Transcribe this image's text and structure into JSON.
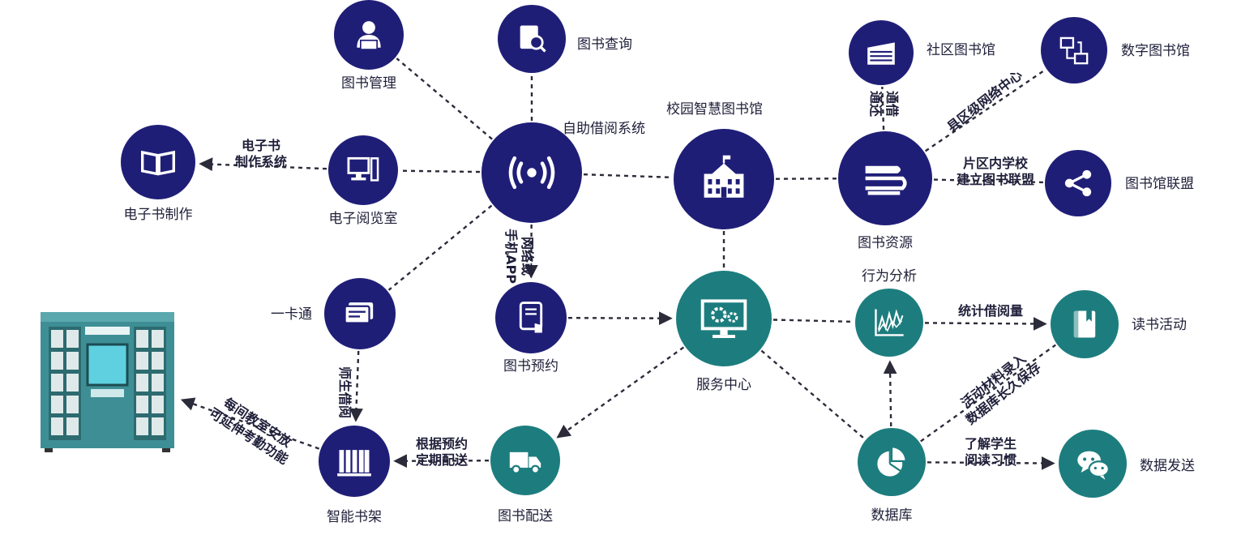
{
  "colors": {
    "navy": "#1f1e77",
    "teal": "#1d7d7e",
    "edge": "#2b2b3a",
    "text": "#1f1f3a"
  },
  "nodes": [
    {
      "id": "book-management",
      "label": "图书管理",
      "icon": "user-icon",
      "color": "navy"
    },
    {
      "id": "book-search",
      "label": "图书查询",
      "icon": "search-icon",
      "color": "navy"
    },
    {
      "id": "self-borrow",
      "label": "自助借阅系统",
      "icon": "wireless-icon",
      "color": "navy"
    },
    {
      "id": "campus-library",
      "label": "校园智慧图书馆",
      "icon": "building-icon",
      "color": "navy"
    },
    {
      "id": "ebook-making",
      "label": "电子书制作",
      "icon": "book-open-icon",
      "color": "navy"
    },
    {
      "id": "e-reading-room",
      "label": "电子阅览室",
      "icon": "computer-icon",
      "color": "navy"
    },
    {
      "id": "community-library",
      "label": "社区图书馆",
      "icon": "library-building-icon",
      "color": "navy"
    },
    {
      "id": "digital-library",
      "label": "数字图书馆",
      "icon": "network-icon",
      "color": "navy"
    },
    {
      "id": "library-resources",
      "label": "图书资源",
      "icon": "books-stack-icon",
      "color": "navy"
    },
    {
      "id": "library-alliance",
      "label": "图书馆联盟",
      "icon": "share-icon",
      "color": "navy"
    },
    {
      "id": "one-card",
      "label": "一卡通",
      "icon": "card-icon",
      "color": "navy"
    },
    {
      "id": "book-reservation",
      "label": "图书预约",
      "icon": "tablet-icon",
      "color": "navy"
    },
    {
      "id": "service-center",
      "label": "服务中心",
      "icon": "monitor-gear-icon",
      "color": "teal"
    },
    {
      "id": "behavior-analysis",
      "label": "行为分析",
      "icon": "line-chart-icon",
      "color": "teal"
    },
    {
      "id": "reading-activity",
      "label": "读书活动",
      "icon": "book-closed-icon",
      "color": "teal"
    },
    {
      "id": "smart-shelf",
      "label": "智能书架",
      "icon": "bookshelf-icon",
      "color": "navy"
    },
    {
      "id": "book-delivery",
      "label": "图书配送",
      "icon": "truck-icon",
      "color": "teal"
    },
    {
      "id": "database",
      "label": "数据库",
      "icon": "pie-chart-icon",
      "color": "teal"
    },
    {
      "id": "wechat-push",
      "label": "数据发送",
      "icon": "wechat-icon",
      "color": "teal"
    }
  ],
  "edges": [
    {
      "from": "self-borrow",
      "to": "book-management"
    },
    {
      "from": "self-borrow",
      "to": "book-search"
    },
    {
      "from": "self-borrow",
      "to": "e-reading-room"
    },
    {
      "from": "e-reading-room",
      "to": "ebook-making",
      "label": [
        "电子书",
        "制作系统"
      ]
    },
    {
      "from": "self-borrow",
      "to": "campus-library"
    },
    {
      "from": "self-borrow",
      "to": "one-card"
    },
    {
      "from": "self-borrow",
      "to": "book-reservation",
      "label": [
        "网络或",
        "手机APP"
      ]
    },
    {
      "from": "campus-library",
      "to": "library-resources"
    },
    {
      "from": "campus-library",
      "to": "service-center"
    },
    {
      "from": "library-resources",
      "to": "community-library",
      "label": [
        "通借",
        "通还"
      ]
    },
    {
      "from": "library-resources",
      "to": "digital-library",
      "label": [
        "县区级网络中心"
      ]
    },
    {
      "from": "library-resources",
      "to": "library-alliance",
      "label": [
        "片区内学校",
        "建立图书联盟"
      ]
    },
    {
      "from": "one-card",
      "to": "smart-shelf",
      "label": [
        "师生借阅"
      ]
    },
    {
      "from": "book-reservation",
      "to": "service-center"
    },
    {
      "from": "service-center",
      "to": "behavior-analysis"
    },
    {
      "from": "behavior-analysis",
      "to": "reading-activity",
      "label": [
        "统计借阅量"
      ]
    },
    {
      "from": "service-center",
      "to": "database"
    },
    {
      "from": "database",
      "to": "behavior-analysis"
    },
    {
      "from": "database",
      "to": "reading-activity",
      "label": [
        "活动材料录入",
        "数据库长久保存"
      ]
    },
    {
      "from": "database",
      "to": "wechat-push",
      "label": [
        "了解学生",
        "阅读习惯"
      ]
    },
    {
      "from": "service-center",
      "to": "book-delivery"
    },
    {
      "from": "book-delivery",
      "to": "smart-shelf",
      "label": [
        "根据预约",
        "定期配送"
      ]
    },
    {
      "from": "smart-shelf",
      "to": "kiosk",
      "label": [
        "每间教室安放",
        "可延伸考勤功能"
      ]
    }
  ],
  "kiosk": {
    "icon": "kiosk-cabinet-icon",
    "color": "#3e8f95"
  }
}
